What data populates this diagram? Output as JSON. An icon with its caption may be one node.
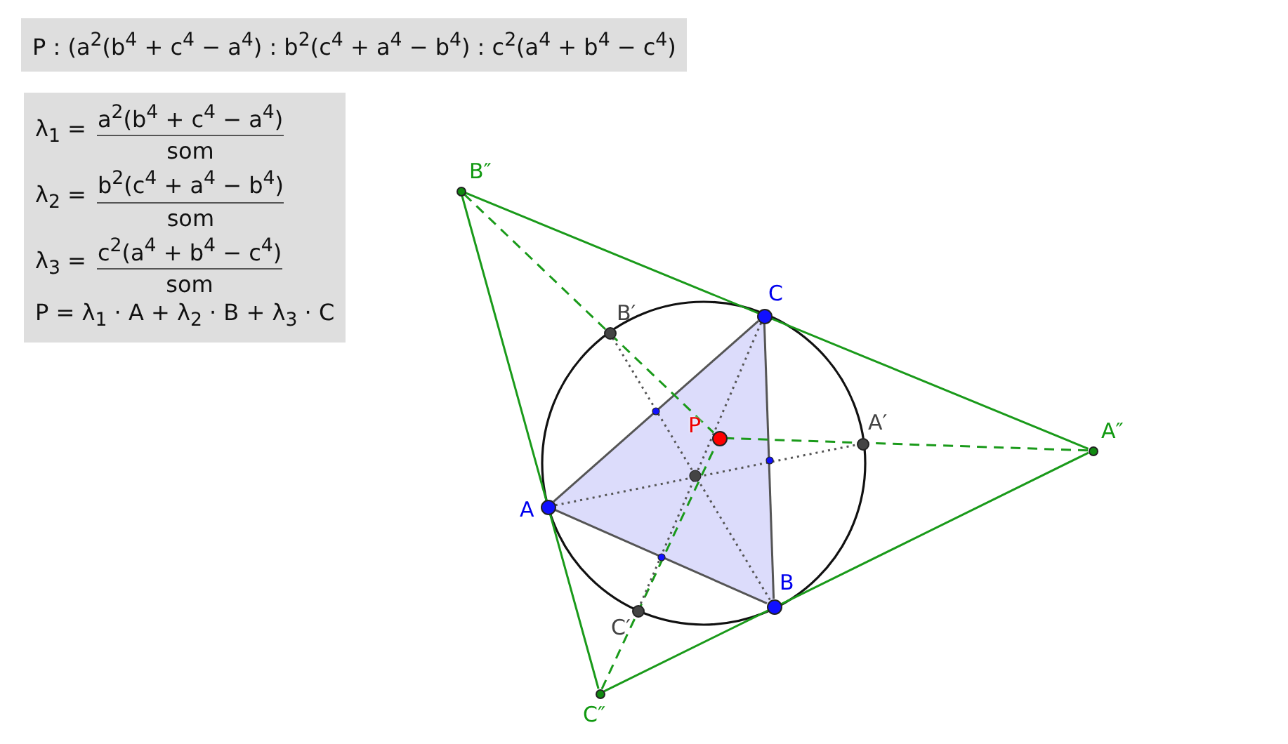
{
  "diagram": {
    "nodes": [
      {
        "text": [
          "B″"
        ]
      },
      {
        "text": [
          "C"
        ]
      },
      {
        "text": [
          "B′"
        ]
      },
      {
        "text": [
          "P"
        ]
      },
      {
        "text": [
          "A′"
        ]
      },
      {
        "text": [
          "A″"
        ]
      },
      {
        "text": [
          "A"
        ]
      },
      {
        "text": [
          "B"
        ]
      },
      {
        "text": [
          "C′"
        ]
      },
      {
        "text": [
          "C″"
        ]
      }
    ],
    "edges": [
      {
        "from": 6,
        "to": 7,
        "arrow": "none",
        "color": "#555555"
      },
      {
        "from": 7,
        "to": 1,
        "arrow": "none",
        "color": "#555555"
      },
      {
        "from": 1,
        "to": 6,
        "arrow": "none",
        "color": "#555555"
      },
      {
        "from": 0,
        "to": 5,
        "arrow": "none"
      },
      {
        "from": 0,
        "to": 9,
        "arrow": "none"
      },
      {
        "from": 9,
        "to": 5,
        "arrow": "none"
      },
      {
        "from": 0,
        "to": 3,
        "arrow": "none",
        "style": "dashed"
      },
      {
        "from": 5,
        "to": 3,
        "arrow": "none",
        "style": "dashed"
      },
      {
        "from": 9,
        "to": 3,
        "arrow": "none",
        "style": "dashed"
      },
      {
        "from": 6,
        "to": 4,
        "arrow": "none",
        "style": "dashed",
        "color": "#555555"
      },
      {
        "from": 7,
        "to": 2,
        "arrow": "none",
        "style": "dashed",
        "color": "#555555"
      },
      {
        "from": 1,
        "to": 8,
        "arrow": "none",
        "style": "dashed",
        "color": "#555555"
      }
    ],
    "labels": [
      "P : (a$^{2}$(b$^{4}$ + c$^{4}$ − a$^{4}$) : b$^{2}$(c$^{4}$ + a$^{4}$ − b$^{4}$) : c$^{2}$(a$^{4}$ + b$^{4}$ − c$^{4}$)",
      "λ$_{1}$ =",
      "a$^{2}$(b$^{4}$ + c$^{4}$ − a$^{4}$)",
      "som",
      "λ$_{2}$ =",
      "b$^{2}$(c$^{4}$ + a$^{4}$ − b$^{4}$)",
      "som",
      "λ$_{3}$ =",
      "c$^{2}$(a$^{4}$ + b$^{4}$ − c$^{4}$)",
      "som",
      "P = λ$_{1}$ · A + λ$_{2}$ · B + λ$_{3}$ · C"
    ]
  }
}
